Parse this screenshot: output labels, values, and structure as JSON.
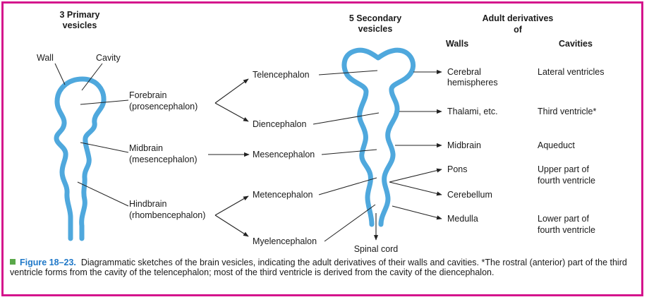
{
  "headers": {
    "primary": [
      "3 Primary",
      "vesicles"
    ],
    "secondary": [
      "5 Secondary",
      "vesicles"
    ],
    "adult": [
      "Adult derivatives",
      "of"
    ],
    "walls": "Walls",
    "cavities": "Cavities"
  },
  "labels": {
    "wall": "Wall",
    "cavity": "Cavity",
    "forebrain": [
      "Forebrain",
      "(prosencephalon)"
    ],
    "midbrain": [
      "Midbrain",
      "(mesencephalon)"
    ],
    "hindbrain": [
      "Hindbrain",
      "(rhombencephalon)"
    ],
    "spinal_cord": "Spinal cord"
  },
  "secondary_vesicles": {
    "telencephalon": "Telencephalon",
    "diencephalon": "Diencephalon",
    "mesencephalon": "Mesencephalon",
    "metencephalon": "Metencephalon",
    "myelencephalon": "Myelencephalon"
  },
  "walls": {
    "cerebral": [
      "Cerebral",
      "hemispheres"
    ],
    "thalami": "Thalami, etc.",
    "midbrain": "Midbrain",
    "pons": "Pons",
    "cerebellum": "Cerebellum",
    "medulla": "Medulla"
  },
  "cavities": {
    "lateral": "Lateral ventricles",
    "third": "Third ventricle*",
    "aqueduct": "Aqueduct",
    "upper_fourth": [
      "Upper part of",
      "fourth ventricle"
    ],
    "lower_fourth": [
      "Lower part of",
      "fourth ventricle"
    ]
  },
  "caption": {
    "figure_label": "Figure 18–23.",
    "text": "Diagrammatic sketches of the brain vesicles, indicating the adult derivatives of their walls and cavities. *The rostral (anterior) part of the third ventricle forms from the cavity of the telencephalon; most of the third ventricle is derived from the cavity of the diencephalon."
  },
  "colors": {
    "frame": "#d4148c",
    "vesicle": "#4fa8dd",
    "figure_label": "#1f78c8",
    "bullet": "#5aa84a"
  }
}
